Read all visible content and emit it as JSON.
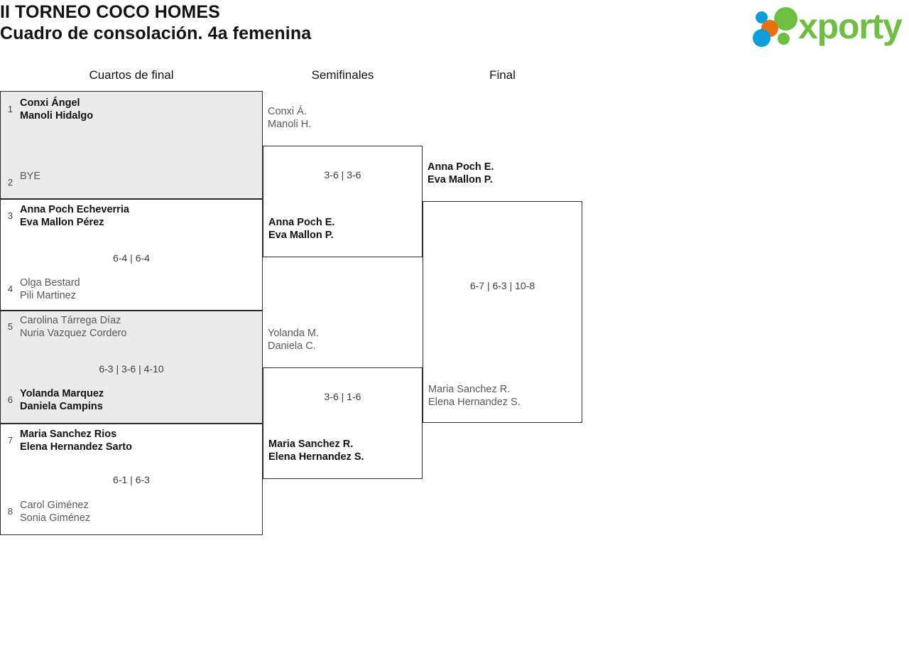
{
  "header": {
    "title_line1": "II TORNEO COCO HOMES",
    "title_line2": "Cuadro de consolación. 4a femenina",
    "logo_text": "xporty",
    "logo_colors": {
      "green": "#6fbe44",
      "blue": "#0d9ddb",
      "orange": "#e8700f"
    }
  },
  "rounds": [
    {
      "id": "quarterfinals",
      "label": "Cuartos de final"
    },
    {
      "id": "semifinals",
      "label": "Semifinales"
    },
    {
      "id": "final",
      "label": "Final"
    }
  ],
  "quarterfinals": [
    {
      "shaded": true,
      "top": {
        "seed": "1",
        "p1": "Conxi Ángel",
        "p2": "Manoli Hidalgo",
        "result": "winner"
      },
      "bottom": {
        "seed": "2",
        "p1": "BYE",
        "p2": "",
        "result": "loser"
      },
      "score": ""
    },
    {
      "shaded": false,
      "top": {
        "seed": "3",
        "p1": "Anna Poch Echeverria",
        "p2": "Eva Mallon Pérez",
        "result": "winner"
      },
      "bottom": {
        "seed": "4",
        "p1": "Olga Bestard",
        "p2": "Pili Martinez",
        "result": "loser"
      },
      "score": "6-4 | 6-4"
    },
    {
      "shaded": true,
      "top": {
        "seed": "5",
        "p1": "Carolina Tárrega Díaz",
        "p2": "Nuria Vazquez Cordero",
        "result": "loser"
      },
      "bottom": {
        "seed": "6",
        "p1": "Yolanda Marquez",
        "p2": "Daniela Campins",
        "result": "winner"
      },
      "score": "6-3 | 3-6 | 4-10"
    },
    {
      "shaded": false,
      "top": {
        "seed": "7",
        "p1": "Maria Sanchez Rios",
        "p2": "Elena Hernandez Sarto",
        "result": "winner"
      },
      "bottom": {
        "seed": "8",
        "p1": "Carol Giménez",
        "p2": "Sonia Giménez",
        "result": "loser"
      },
      "score": "6-1 | 6-3"
    }
  ],
  "semifinals": [
    {
      "upper_label": {
        "p1": "Conxi Á.",
        "p2": "Manoli H.",
        "result": "loser"
      },
      "lower_label": {
        "p1": "Anna Poch E.",
        "p2": "Eva Mallon P.",
        "result": "winner"
      },
      "score": "3-6 | 3-6"
    },
    {
      "upper_label": {
        "p1": "Yolanda M.",
        "p2": "Daniela C.",
        "result": "loser"
      },
      "lower_label": {
        "p1": "Maria Sanchez R.",
        "p2": "Elena Hernandez S.",
        "result": "winner"
      },
      "score": "3-6 | 1-6"
    }
  ],
  "final": {
    "upper_label": {
      "p1": "Anna Poch E.",
      "p2": "Eva Mallon P.",
      "result": "winner"
    },
    "lower_label": {
      "p1": "Maria Sanchez R.",
      "p2": "Elena Hernandez S.",
      "result": "loser"
    },
    "score": "6-7 | 6-3 | 10-8"
  }
}
